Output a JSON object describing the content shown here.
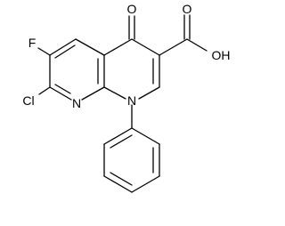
{
  "atoms": {
    "oxygen_ketone": "O",
    "oxygen_hydroxyl": "OH",
    "oxygen_carbonyl": "O",
    "fluorine": "F",
    "chlorine": "Cl",
    "nitrogen_pyridine": "N",
    "nitrogen_n1": "N"
  },
  "colors": {
    "bond": "#000000",
    "label": "#000000",
    "background": "#ffffff"
  }
}
